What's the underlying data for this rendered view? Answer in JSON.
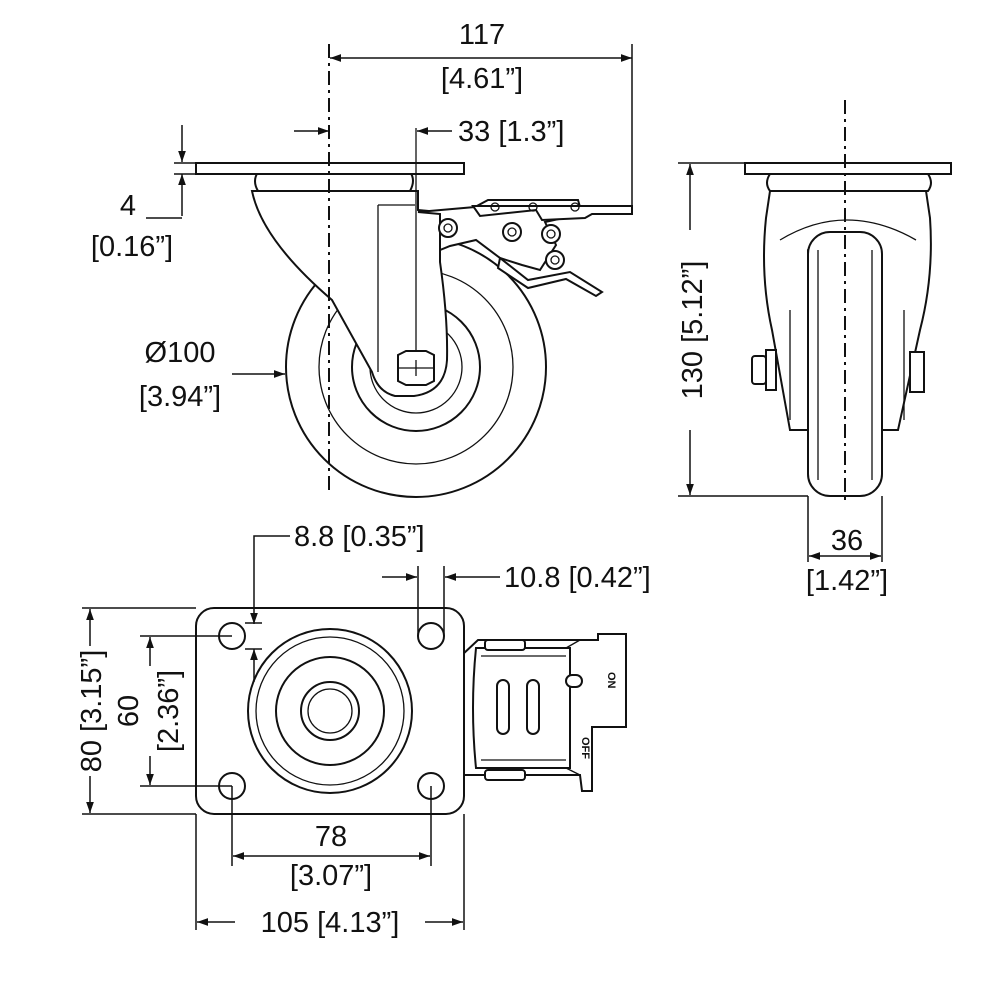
{
  "labels": {
    "offset_mm": "117",
    "offset_in": "[4.61”]",
    "swivel_offset": "33 [1.3”]",
    "plate_thickness_mm": "4",
    "plate_thickness_in": "[0.16”]",
    "wheel_dia_mm": "Ø100",
    "wheel_dia_in": "[3.94”]",
    "height": "130 [5.12”]",
    "width_mm": "36",
    "width_in": "[1.42”]",
    "hole_offset": "8.8 [0.35”]",
    "hole_dia": "10.8 [0.42”]",
    "plate_height": "80 [3.15”]",
    "hole_spacing_y_mm": "60",
    "hole_spacing_y_in": "[2.36”]",
    "hole_spacing_x_mm": "78",
    "hole_spacing_x_in": "[3.07”]",
    "plate_width": "105 [4.13”]",
    "brake_on": "ON",
    "brake_off": "OFF"
  }
}
